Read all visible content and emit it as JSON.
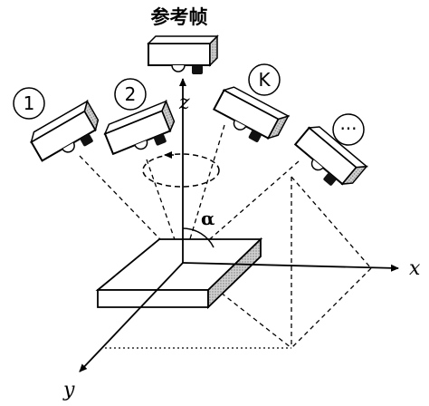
{
  "diagram": {
    "reference_frame_label": "参考帧",
    "axes": {
      "x": "x",
      "y": "y",
      "z": "z"
    },
    "angle_label": "α",
    "camera_labels": [
      "1",
      "2",
      "K",
      "···"
    ]
  }
}
